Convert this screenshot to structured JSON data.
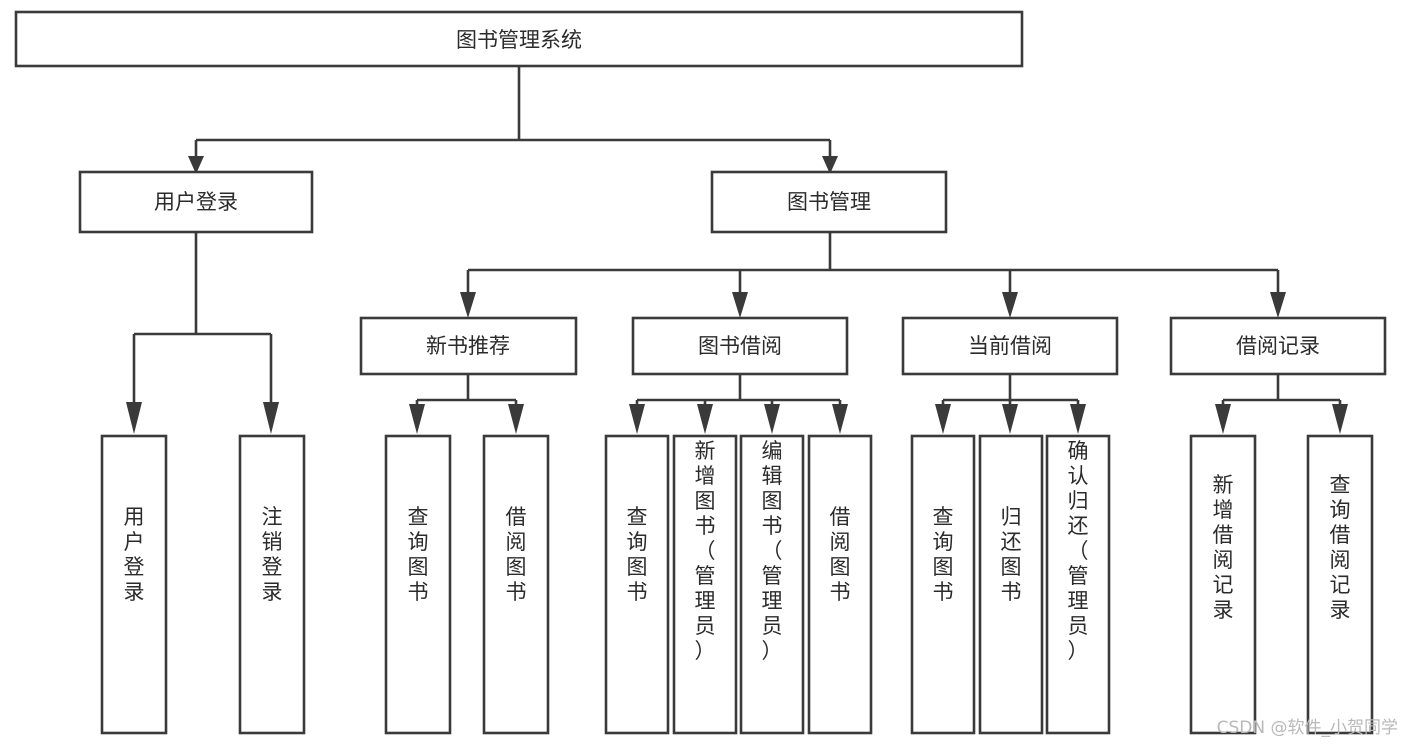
{
  "diagram": {
    "title": "图书管理系统",
    "type": "hierarchy-tree",
    "background_color": "#ffffff",
    "line_color": "#3a3a3a",
    "text_color": "#2b2b2b",
    "box_fill": "#ffffff"
  },
  "root": {
    "label": "图书管理系统"
  },
  "level2": [
    {
      "label": "用户登录"
    },
    {
      "label": "图书管理"
    }
  ],
  "level3": [
    {
      "label": "新书推荐"
    },
    {
      "label": "图书借阅"
    },
    {
      "label": "当前借阅"
    },
    {
      "label": "借阅记录"
    }
  ],
  "leaves": {
    "user_login": [
      {
        "label": "用户登录"
      },
      {
        "label": "注销登录"
      }
    ],
    "new_book_recommend": [
      {
        "label": "查询图书"
      },
      {
        "label": "借阅图书"
      }
    ],
    "book_borrow": [
      {
        "label": "查询图书"
      },
      {
        "label": "新增图书（管理员）"
      },
      {
        "label": "编辑图书（管理员）"
      },
      {
        "label": "借阅图书"
      }
    ],
    "current_borrow": [
      {
        "label": "查询图书"
      },
      {
        "label": "归还图书"
      },
      {
        "label": "确认归还（管理员）"
      }
    ],
    "borrow_record": [
      {
        "label": "新增借阅记录"
      },
      {
        "label": "查询借阅记录"
      }
    ]
  },
  "watermark": {
    "text": "CSDN @软件_小贺同学"
  }
}
